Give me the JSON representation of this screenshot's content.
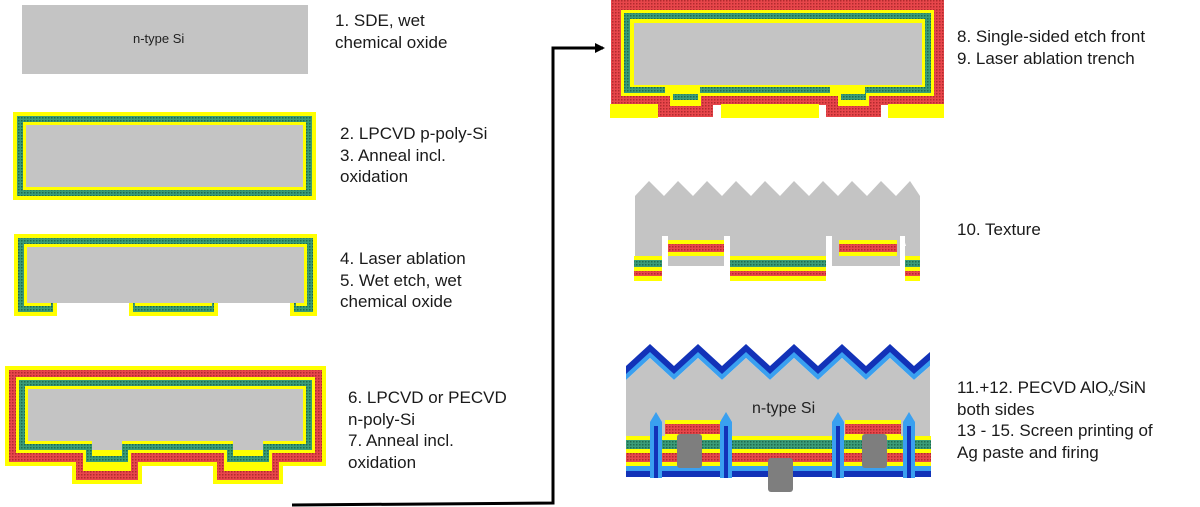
{
  "colors": {
    "silicon": "#c4c4c4",
    "n_poly": "#e8464b",
    "n_poly_dot": "#b02a2e",
    "p_poly": "#3a9c78",
    "p_poly_dot": "#1f6a4e",
    "oxide": "#ffff00",
    "passivation_dark": "#1232b8",
    "passivation_light": "#3aa0f0",
    "ag_contact": "#7e7e7e",
    "arrow": "#000000"
  },
  "steps": {
    "s1": {
      "label": "n-type Si",
      "lines": [
        "1. SDE, wet",
        "chemical oxide"
      ]
    },
    "s2": {
      "lines": [
        "2. LPCVD p-poly-Si",
        "3. Anneal incl.",
        "oxidation"
      ]
    },
    "s3": {
      "lines": [
        "4. Laser ablation",
        "5. Wet etch, wet",
        "chemical oxide"
      ]
    },
    "s4": {
      "lines": [
        "6. LPCVD or PECVD",
        "n-poly-Si",
        "7. Anneal incl.",
        "oxidation"
      ]
    },
    "s5": {
      "lines": [
        "8. Single-sided etch front",
        "9. Laser ablation trench"
      ]
    },
    "s6": {
      "lines": [
        "10. Texture"
      ]
    },
    "s7": {
      "label": "n-type Si",
      "line1_a": "11.+12. PECVD AlO",
      "line1_sub": "x",
      "line1_b": "/SiN",
      "lines_rest": [
        "both sides",
        "13 - 15. Screen printing of",
        "Ag paste and firing"
      ]
    }
  }
}
